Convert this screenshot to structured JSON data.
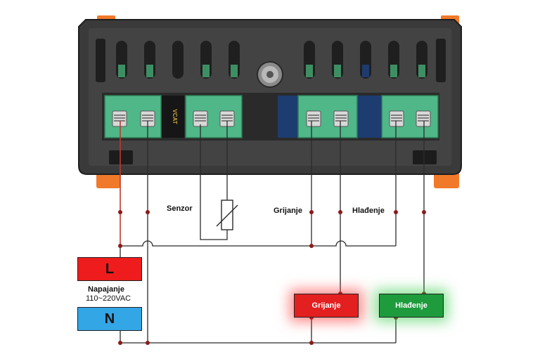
{
  "labels": {
    "sensor": "Senzor",
    "heating": "Grijanje",
    "cooling": "Hlađenje",
    "supply_line1": "Napajanje",
    "supply_line2": "110~220VAC"
  },
  "boxes": {
    "live": "L",
    "neutral": "N",
    "heating": "Grijanje",
    "cooling": "Hlađenje"
  },
  "colors": {
    "live": "#ee1c1c",
    "neutral": "#33a6e6",
    "heating": "#e41f1f",
    "cooling": "#1e9b3d",
    "wire": "#2b2b2b",
    "node": "#8b1a1a",
    "terminal_green": "#4fb788",
    "housing": "#3a3a3a",
    "housing_orange": "#f07a2a"
  },
  "device": {
    "brand_mark": "VCAT"
  }
}
